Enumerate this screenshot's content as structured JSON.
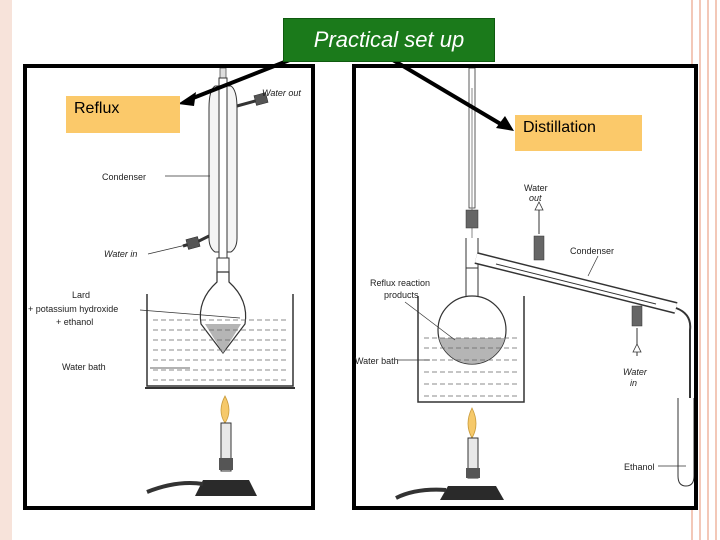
{
  "title": "Practical set up",
  "labels": {
    "reflux": "Reflux",
    "distillation": "Distillation"
  },
  "reflux_diagram": {
    "water_out": "Water out",
    "condenser": "Condenser",
    "water_in": "Water in",
    "mixture_line1": "Lard",
    "mixture_line2": "+ potassium hydroxide",
    "mixture_line3": "+ ethanol",
    "water_bath": "Water bath"
  },
  "distillation_diagram": {
    "water_out_1": "Water",
    "water_out_2": "out",
    "condenser": "Condenser",
    "products_1": "Reflux reaction",
    "products_2": "products",
    "water_bath": "Water bath",
    "water_in_1": "Water",
    "water_in_2": "in",
    "ethanol": "Ethanol"
  },
  "colors": {
    "title_bg": "#1b7a1b",
    "label_bg": "#fbc96a",
    "liquid": "#b5b5b5",
    "flame": "#f6c96a"
  }
}
